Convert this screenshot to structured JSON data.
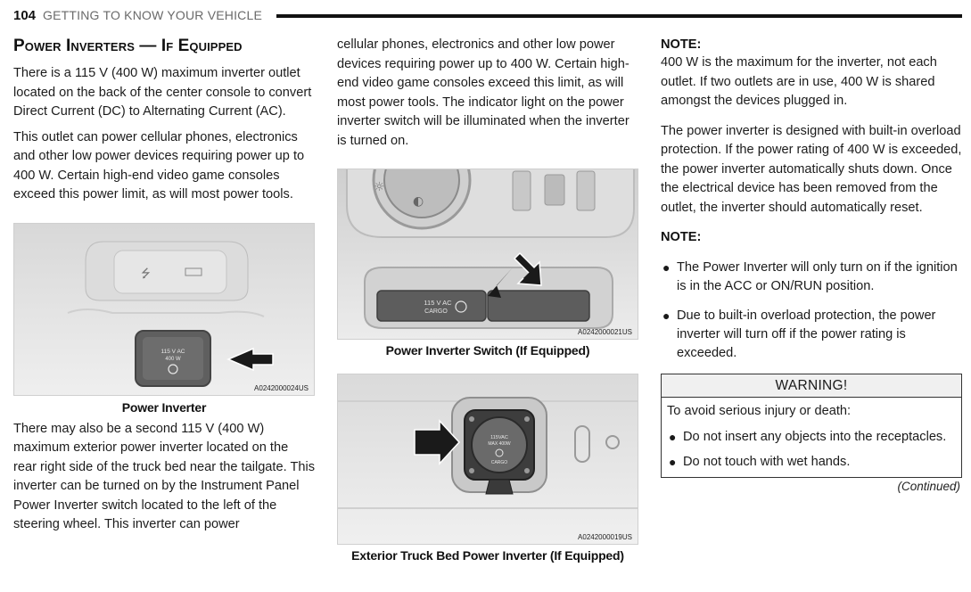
{
  "header": {
    "page_number": "104",
    "running_head": "GETTING TO KNOW YOUR VEHICLE"
  },
  "section": {
    "title": "Power Inverters — If Equipped"
  },
  "column1": {
    "para1": "There is a 115 V (400 W) maximum inverter outlet located on the back of the center console to convert Direct Current (DC) to Alternating Current (AC).",
    "para2": "This outlet can power cellular phones, electronics and other low power devices requiring power up to 400 W. Certain high-end video game consoles exceed this power limit, as will most power tools.",
    "para3": "There may also be a second 115 V (400 W) maximum exterior power inverter located on the rear right side of the truck bed near the tailgate. This inverter can be turned on by the Instrument Panel Power Inverter switch located to the left of the steering wheel. This inverter can power"
  },
  "figure1": {
    "code": "A0242000024US",
    "caption": "Power Inverter",
    "outlet_label_1": "115 V AC",
    "outlet_label_2": "400 W"
  },
  "column2": {
    "para1": "cellular phones, electronics and other low power devices requiring power up to 400 W. Certain high-end video game consoles exceed this limit, as will most power tools. The indicator light on the power inverter switch will be illuminated when the inverter is turned on."
  },
  "figure2": {
    "code": "A0242000021US",
    "caption": "Power Inverter Switch (If Equipped)",
    "switch_label_1": "115 V AC",
    "switch_label_2": "CARGO"
  },
  "figure3": {
    "code": "A0242000019US",
    "caption": "Exterior Truck Bed Power Inverter (If Equipped)",
    "outlet_label_1": "115VAC",
    "outlet_label_2": "MAX 400W",
    "outlet_label_3": "CARGO"
  },
  "column3": {
    "note1_heading": "NOTE:",
    "note1_text": "400 W is the maximum for the inverter, not each outlet. If two outlets are in use, 400 W is shared amongst the devices plugged in.",
    "para1": "The power inverter is designed with built-in overload protection. If the power rating of 400 W is exceeded, the power inverter automatically shuts down. Once the electrical device has been removed from the outlet, the inverter should automatically reset.",
    "note2_heading": "NOTE:",
    "note2_bullets": [
      "The Power Inverter will only turn on if the ignition is in the ACC or ON/RUN position.",
      "Due to built-in overload protection, the power inverter will turn off if the power rating is exceeded."
    ]
  },
  "warning": {
    "heading": "WARNING!",
    "intro": "To avoid serious injury or death:",
    "bullets": [
      "Do not insert any objects into the receptacles.",
      "Do not touch with wet hands."
    ],
    "continued": "(Continued)"
  }
}
